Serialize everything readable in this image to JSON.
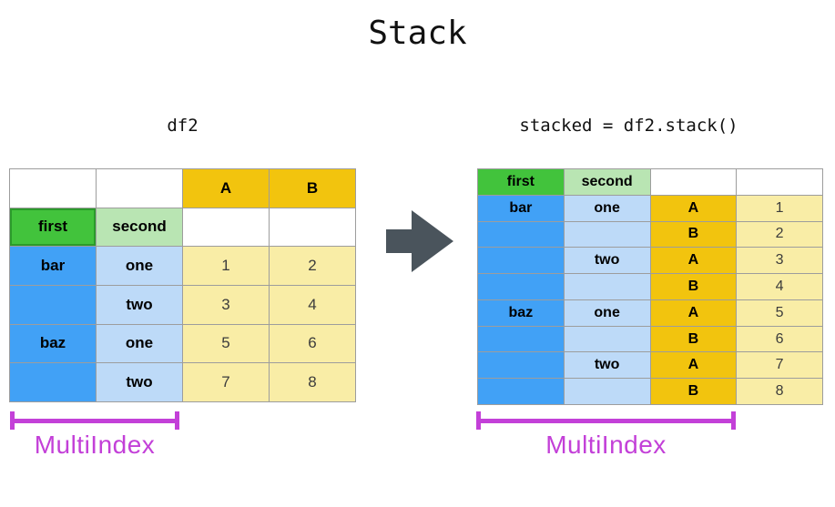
{
  "title": "Stack",
  "arrow": {
    "icon": "right-arrow"
  },
  "colors": {
    "green1": "#42c33c",
    "green1b": "#2b9b2b",
    "green2": "#b9e5b3",
    "blue1": "#41a1f6",
    "blue2": "#bddaf8",
    "gold": "#f2c40e",
    "yellow": "#f9eda6",
    "border": "#9d9d9d",
    "arrow": "#4a545c",
    "magenta": "#c340d8",
    "valtext": "#3c3c3c"
  },
  "left": {
    "label": "df2",
    "bracket_label": "MultiIndex",
    "table": [
      [
        [
          "",
          "blank"
        ],
        [
          "",
          "blank"
        ],
        [
          "A",
          "col"
        ],
        [
          "B",
          "col"
        ]
      ],
      [
        [
          "first",
          "lv1x"
        ],
        [
          "second",
          "lv2"
        ],
        [
          "",
          "blank"
        ],
        [
          "",
          "blank"
        ]
      ],
      [
        [
          "bar",
          "ix1"
        ],
        [
          "one",
          "ix2"
        ],
        [
          "1",
          "val"
        ],
        [
          "2",
          "val"
        ]
      ],
      [
        [
          "",
          "ix1"
        ],
        [
          "two",
          "ix2"
        ],
        [
          "3",
          "val"
        ],
        [
          "4",
          "val"
        ]
      ],
      [
        [
          "baz",
          "ix1"
        ],
        [
          "one",
          "ix2"
        ],
        [
          "5",
          "val"
        ],
        [
          "6",
          "val"
        ]
      ],
      [
        [
          "",
          "ix1"
        ],
        [
          "two",
          "ix2"
        ],
        [
          "7",
          "val"
        ],
        [
          "8",
          "val"
        ]
      ]
    ]
  },
  "right": {
    "label": "stacked = df2.stack()",
    "bracket_label": "MultiIndex",
    "table": [
      [
        [
          "first",
          "lv1"
        ],
        [
          "second",
          "lv2"
        ],
        [
          "",
          "blank"
        ],
        [
          "",
          "blank"
        ]
      ],
      [
        [
          "bar",
          "ix1"
        ],
        [
          "one",
          "ix2"
        ],
        [
          "A",
          "col"
        ],
        [
          "1",
          "val"
        ]
      ],
      [
        [
          "",
          "ix1"
        ],
        [
          "",
          "ix2"
        ],
        [
          "B",
          "col"
        ],
        [
          "2",
          "val"
        ]
      ],
      [
        [
          "",
          "ix1"
        ],
        [
          "two",
          "ix2"
        ],
        [
          "A",
          "col"
        ],
        [
          "3",
          "val"
        ]
      ],
      [
        [
          "",
          "ix1"
        ],
        [
          "",
          "ix2"
        ],
        [
          "B",
          "col"
        ],
        [
          "4",
          "val"
        ]
      ],
      [
        [
          "baz",
          "ix1"
        ],
        [
          "one",
          "ix2"
        ],
        [
          "A",
          "col"
        ],
        [
          "5",
          "val"
        ]
      ],
      [
        [
          "",
          "ix1"
        ],
        [
          "",
          "ix2"
        ],
        [
          "B",
          "col"
        ],
        [
          "6",
          "val"
        ]
      ],
      [
        [
          "",
          "ix1"
        ],
        [
          "two",
          "ix2"
        ],
        [
          "A",
          "col"
        ],
        [
          "7",
          "val"
        ]
      ],
      [
        [
          "",
          "ix1"
        ],
        [
          "",
          "ix2"
        ],
        [
          "B",
          "col"
        ],
        [
          "8",
          "val"
        ]
      ]
    ]
  }
}
